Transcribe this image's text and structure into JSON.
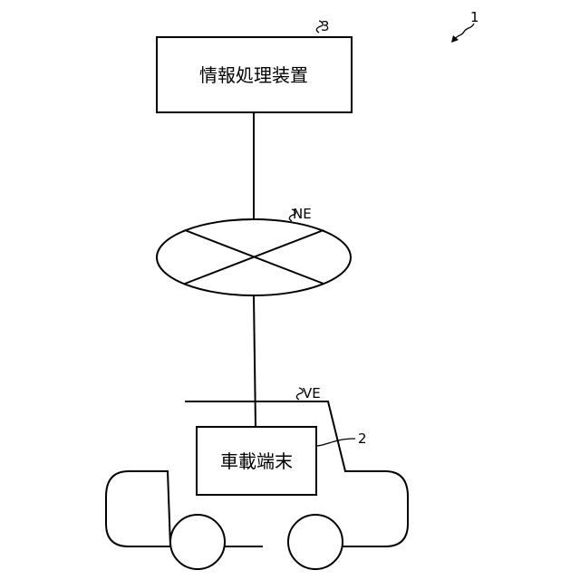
{
  "diagram": {
    "system_ref": "1",
    "server": {
      "ref": "3",
      "label": "情報処理装置"
    },
    "network": {
      "ref": "NE"
    },
    "vehicle": {
      "ref": "VE"
    },
    "terminal": {
      "ref": "2",
      "label": "車載端末"
    }
  }
}
